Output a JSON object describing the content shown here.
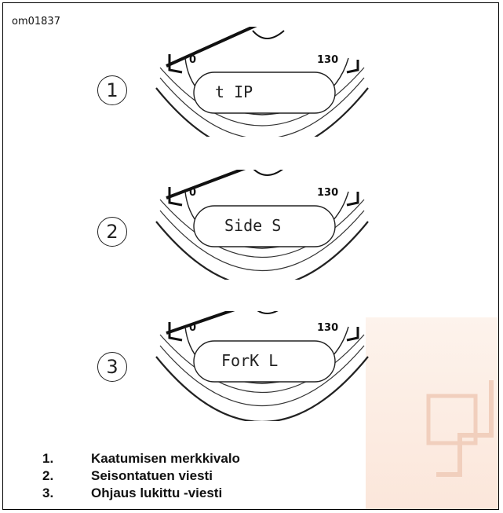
{
  "figure_id": "om01837",
  "gauges": [
    {
      "number": "1",
      "display_text": "t IP",
      "scale_min": "0",
      "scale_max": "130"
    },
    {
      "number": "2",
      "display_text": "Side S",
      "scale_min": "0",
      "scale_max": "130"
    },
    {
      "number": "3",
      "display_text": "ForK L",
      "scale_min": "0",
      "scale_max": "130"
    }
  ],
  "legend": [
    {
      "number": "1.",
      "text": "Kaatumisen merkkivalo"
    },
    {
      "number": "2.",
      "text": "Seisontatuen viesti"
    },
    {
      "number": "3.",
      "text": "Ohjaus lukittu -viesti"
    }
  ],
  "colors": {
    "watermark_tint": "#fbe6da",
    "line": "#222222"
  }
}
